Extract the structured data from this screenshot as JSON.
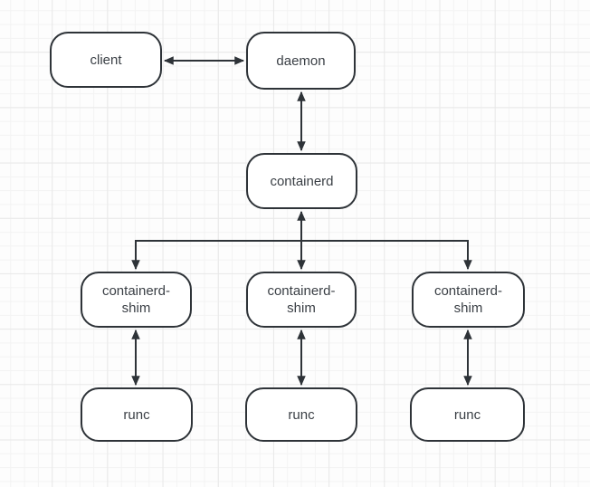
{
  "diagram": {
    "nodes": {
      "client": {
        "label": "client"
      },
      "daemon": {
        "label": "daemon"
      },
      "containerd": {
        "label": "containerd"
      },
      "shim_left": {
        "label": "containerd-shim"
      },
      "shim_middle": {
        "label": "containerd-shim"
      },
      "shim_right": {
        "label": "containerd-shim"
      },
      "runc_left": {
        "label": "runc"
      },
      "runc_middle": {
        "label": "runc"
      },
      "runc_right": {
        "label": "runc"
      }
    },
    "edges": [
      {
        "from": "client",
        "to": "daemon",
        "direction": "bidirectional"
      },
      {
        "from": "daemon",
        "to": "containerd",
        "direction": "bidirectional"
      },
      {
        "from": "containerd",
        "to": "shim_left",
        "direction": "down"
      },
      {
        "from": "containerd",
        "to": "shim_middle",
        "direction": "bidirectional"
      },
      {
        "from": "containerd",
        "to": "shim_right",
        "direction": "down"
      },
      {
        "from": "shim_left",
        "to": "runc_left",
        "direction": "bidirectional"
      },
      {
        "from": "shim_middle",
        "to": "runc_middle",
        "direction": "bidirectional"
      },
      {
        "from": "shim_right",
        "to": "runc_right",
        "direction": "bidirectional"
      }
    ],
    "colors": {
      "stroke": "#2e3338",
      "node_fill": "#ffffff",
      "text": "#3a3f45",
      "grid_minor": "#f3f3f3",
      "grid_major": "#e8e8e8",
      "background": "#fdfdfd"
    }
  }
}
